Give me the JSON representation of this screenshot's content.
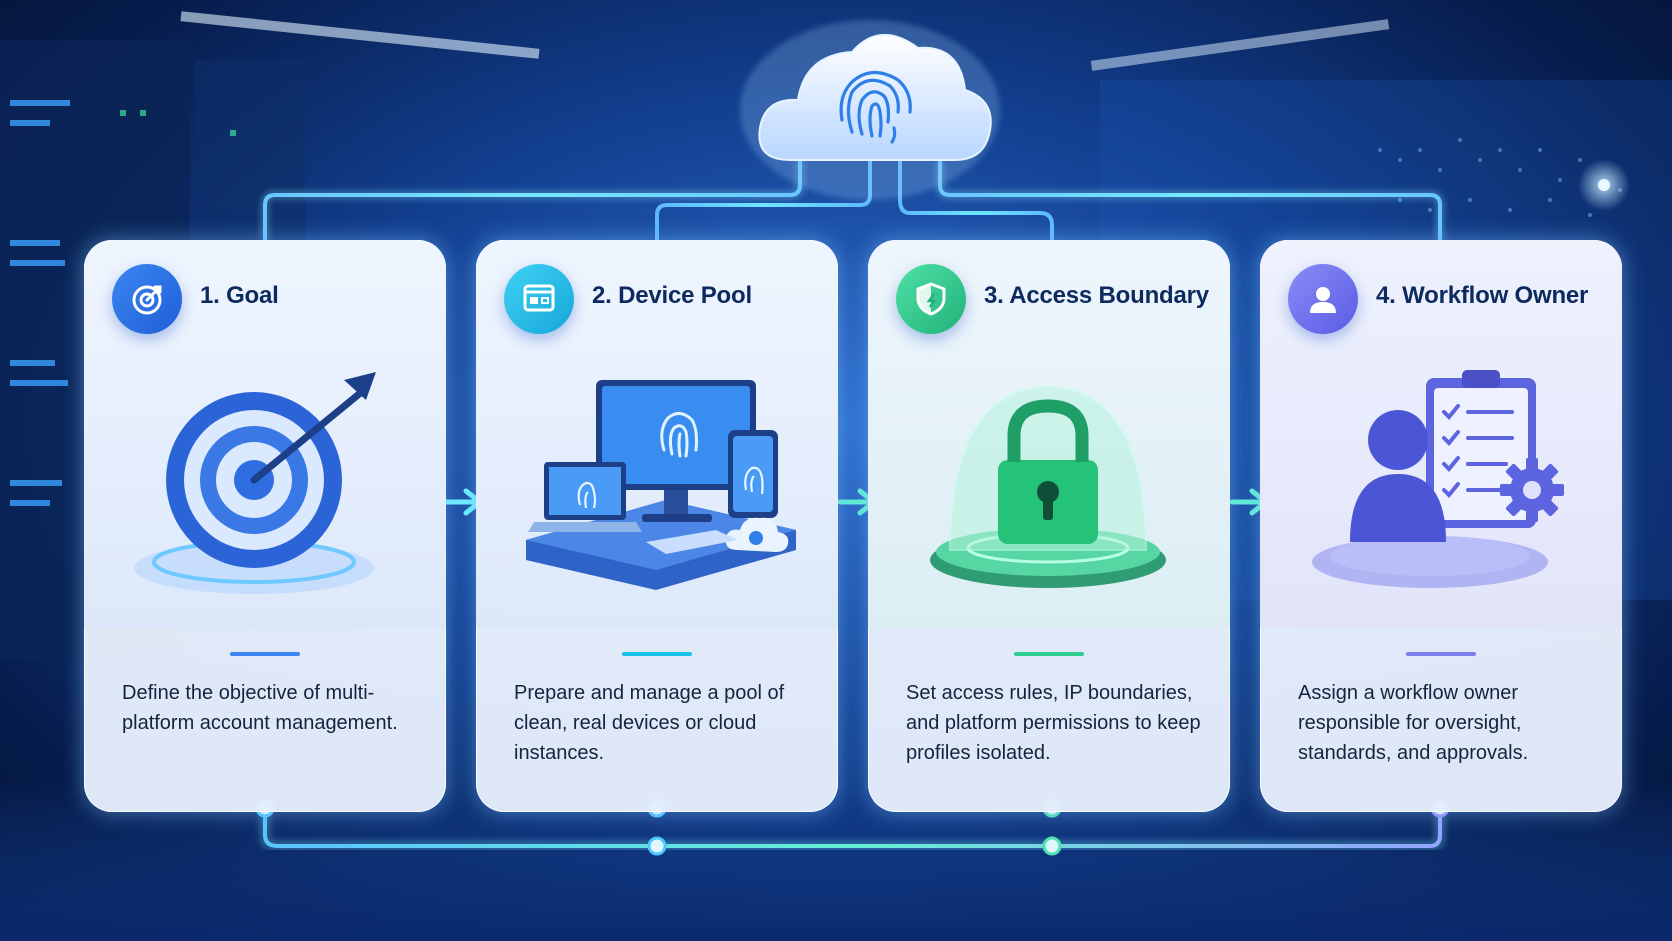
{
  "steps": [
    {
      "title": "1. Goal",
      "description": "Define the objective of multi-platform account management.",
      "accent": "#2d6fe0",
      "icon": "target-icon"
    },
    {
      "title": "2. Device Pool",
      "description": "Prepare and manage a pool of clean, real devices or cloud instances.",
      "accent": "#19b7e0",
      "icon": "device-icon"
    },
    {
      "title": "3. Access Boundary",
      "description": "Set access rules, IP boundaries, and platform permissions to keep profiles isolated.",
      "accent": "#2ec98a",
      "icon": "shield-icon"
    },
    {
      "title": "4. Workflow Owner",
      "description": "Assign a workflow owner responsible for oversight, standards, and approvals.",
      "accent": "#6a6df0",
      "icon": "user-icon"
    }
  ],
  "colors": {
    "glow": "#5fd8ff",
    "deep_blue": "#0d2a5e"
  }
}
